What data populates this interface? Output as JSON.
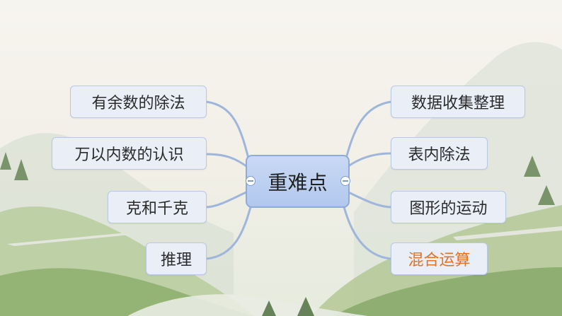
{
  "mindmap": {
    "center": "重难点",
    "left": [
      {
        "label": "有余数的除法"
      },
      {
        "label": "万以内数的认识"
      },
      {
        "label": "克和千克"
      },
      {
        "label": "推理"
      }
    ],
    "right": [
      {
        "label": "数据收集整理"
      },
      {
        "label": "表内除法"
      },
      {
        "label": "图形的运动"
      },
      {
        "label": "混合运算",
        "color": "#e8711f"
      }
    ],
    "colors": {
      "connector": "#9fb6dc",
      "node_fill": "#e9eef7",
      "center_fill": "#bcd0f1"
    }
  }
}
